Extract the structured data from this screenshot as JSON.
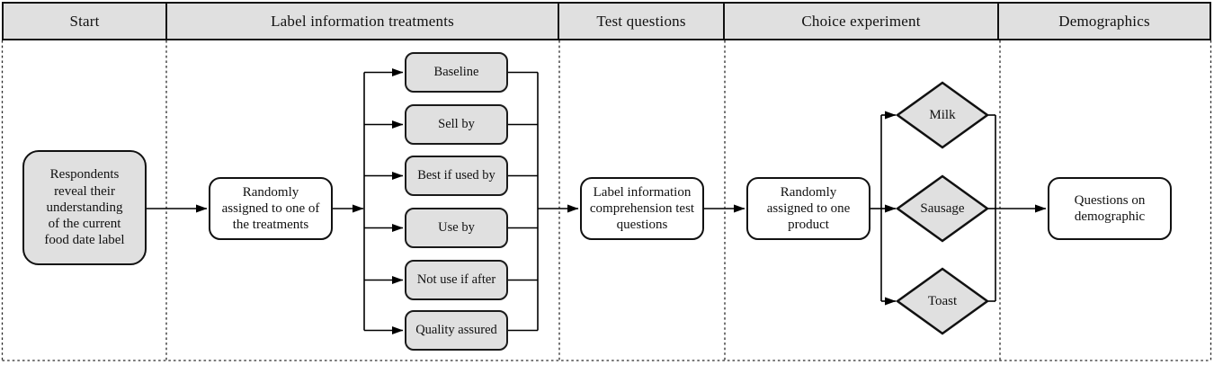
{
  "figure": {
    "type": "flowchart",
    "description": "Survey design flow diagram with five sequential stages"
  },
  "lanes": [
    {
      "title": "Start"
    },
    {
      "title": "Label information treatments"
    },
    {
      "title": "Test questions"
    },
    {
      "title": "Choice experiment"
    },
    {
      "title": "Demographics"
    }
  ],
  "nodes": {
    "start": "Respondents reveal their understanding of the current food date label",
    "assign_treatment": "Randomly assigned to one of the treatments",
    "treatments": [
      "Baseline",
      "Sell by",
      "Best if used by",
      "Use by",
      "Not use if after",
      "Quality assured"
    ],
    "test_questions": "Label information comprehension test questions",
    "assign_product": "Randomly assigned to one product",
    "products": [
      "Milk",
      "Sausage",
      "Toast"
    ],
    "demographics": "Questions on demographic"
  },
  "colors": {
    "node_fill_gray": "#e0e0e0",
    "node_fill_white": "#ffffff",
    "line": "#000000",
    "background": "#ffffff"
  }
}
